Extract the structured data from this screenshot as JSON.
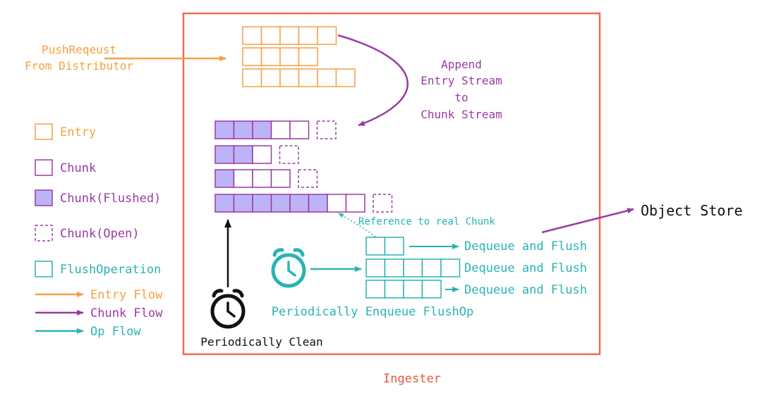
{
  "colors": {
    "entry": "#f5a142",
    "chunk": "#9b3aa4",
    "chunk_flushed_fill": "#bcb4f7",
    "op": "#2ab3b3",
    "frame": "#ee6b53",
    "ingester_label": "#e8563c",
    "text_dark": "#111111"
  },
  "labels": {
    "push_request_line1": "PushReqeust",
    "push_request_line2": "From Distributor",
    "append_line1": "Append",
    "append_line2": "Entry Stream",
    "append_line3": "to",
    "append_line4": "Chunk Stream",
    "reference": "Reference to real Chunk",
    "object_store": "Object Store",
    "dequeue_flush_1": "Dequeue and Flush",
    "dequeue_flush_2": "Dequeue and Flush",
    "dequeue_flush_3": "Dequeue and Flush",
    "periodically_enqueue": "Periodically Enqueue FlushOp",
    "periodically_clean": "Periodically Clean",
    "ingester": "Ingester"
  },
  "legend": {
    "entry": "Entry",
    "chunk": "Chunk",
    "chunk_flushed": "Chunk(Flushed)",
    "chunk_open": "Chunk(Open)",
    "flush_operation": "FlushOperation",
    "entry_flow": "Entry Flow",
    "chunk_flow": "Chunk Flow",
    "op_flow": "Op Flow"
  },
  "icons": [
    "clock-icon",
    "clock-icon"
  ],
  "entry_streams": [
    {
      "cells": 5
    },
    {
      "cells": 4
    },
    {
      "cells": 6
    }
  ],
  "chunk_streams": [
    {
      "flushed": 3,
      "unflushed": 2,
      "open": 1
    },
    {
      "flushed": 2,
      "unflushed": 1,
      "open": 1
    },
    {
      "flushed": 1,
      "unflushed": 3,
      "open": 1
    },
    {
      "flushed": 6,
      "unflushed": 2,
      "open": 1
    }
  ],
  "flush_queues": [
    {
      "cells": 2
    },
    {
      "cells": 5
    },
    {
      "cells": 4
    }
  ]
}
